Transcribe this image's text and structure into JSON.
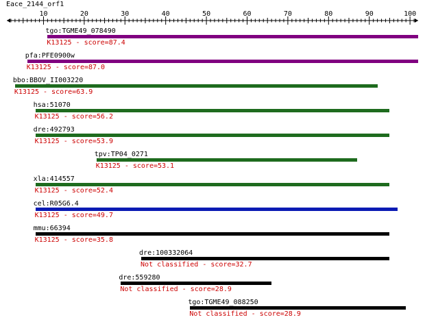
{
  "query": {
    "name": "Eace_2144_orf1",
    "ruler_min": 1,
    "ruler_max": 102,
    "ruler_labels": [
      10,
      20,
      30,
      40,
      50,
      60,
      70,
      80,
      90,
      100
    ]
  },
  "hits": [
    {
      "name": "tgo:TGME49_078490",
      "start": 11,
      "end": 102,
      "score_text": "K13125 - score=87.4",
      "bar_color": "#800080",
      "score_color": "#cc0000"
    },
    {
      "name": "pfa:PFE0900w",
      "start": 6,
      "end": 102,
      "score_text": "K13125 - score=87.0",
      "bar_color": "#800080",
      "score_color": "#cc0000"
    },
    {
      "name": "bbo:BBOV_II003220",
      "start": 3,
      "end": 92,
      "score_text": "K13125 - score=63.9",
      "bar_color": "#1e6b1e",
      "score_color": "#cc0000"
    },
    {
      "name": "hsa:51070",
      "start": 8,
      "end": 95,
      "score_text": "K13125 - score=56.2",
      "bar_color": "#1e6b1e",
      "score_color": "#cc0000"
    },
    {
      "name": "dre:492793",
      "start": 8,
      "end": 95,
      "score_text": "K13125 - score=53.9",
      "bar_color": "#1e6b1e",
      "score_color": "#cc0000"
    },
    {
      "name": "tpv:TP04_0271",
      "start": 23,
      "end": 87,
      "score_text": "K13125 - score=53.1",
      "bar_color": "#1e6b1e",
      "score_color": "#cc0000"
    },
    {
      "name": "xla:414557",
      "start": 8,
      "end": 95,
      "score_text": "K13125 - score=52.4",
      "bar_color": "#1e6b1e",
      "score_color": "#cc0000"
    },
    {
      "name": "cel:R05G6.4",
      "start": 8,
      "end": 97,
      "score_text": "K13125 - score=49.7",
      "bar_color": "#0a1ab4",
      "score_color": "#cc0000"
    },
    {
      "name": "mmu:66394",
      "start": 8,
      "end": 95,
      "score_text": "K13125 - score=35.8",
      "bar_color": "#000000",
      "score_color": "#cc0000"
    },
    {
      "name": "dre:100332064",
      "start": 34,
      "end": 95,
      "score_text": "Not classified - score=32.7",
      "bar_color": "#000000",
      "score_color": "#cc0000"
    },
    {
      "name": "dre:559280",
      "start": 29,
      "end": 66,
      "score_text": "Not classified - score=28.9",
      "bar_color": "#000000",
      "score_color": "#cc0000"
    },
    {
      "name": "tgo:TGME49_088250",
      "start": 46,
      "end": 99,
      "score_text": "Not classified - score=28.9",
      "bar_color": "#000000",
      "score_color": "#cc0000"
    }
  ]
}
